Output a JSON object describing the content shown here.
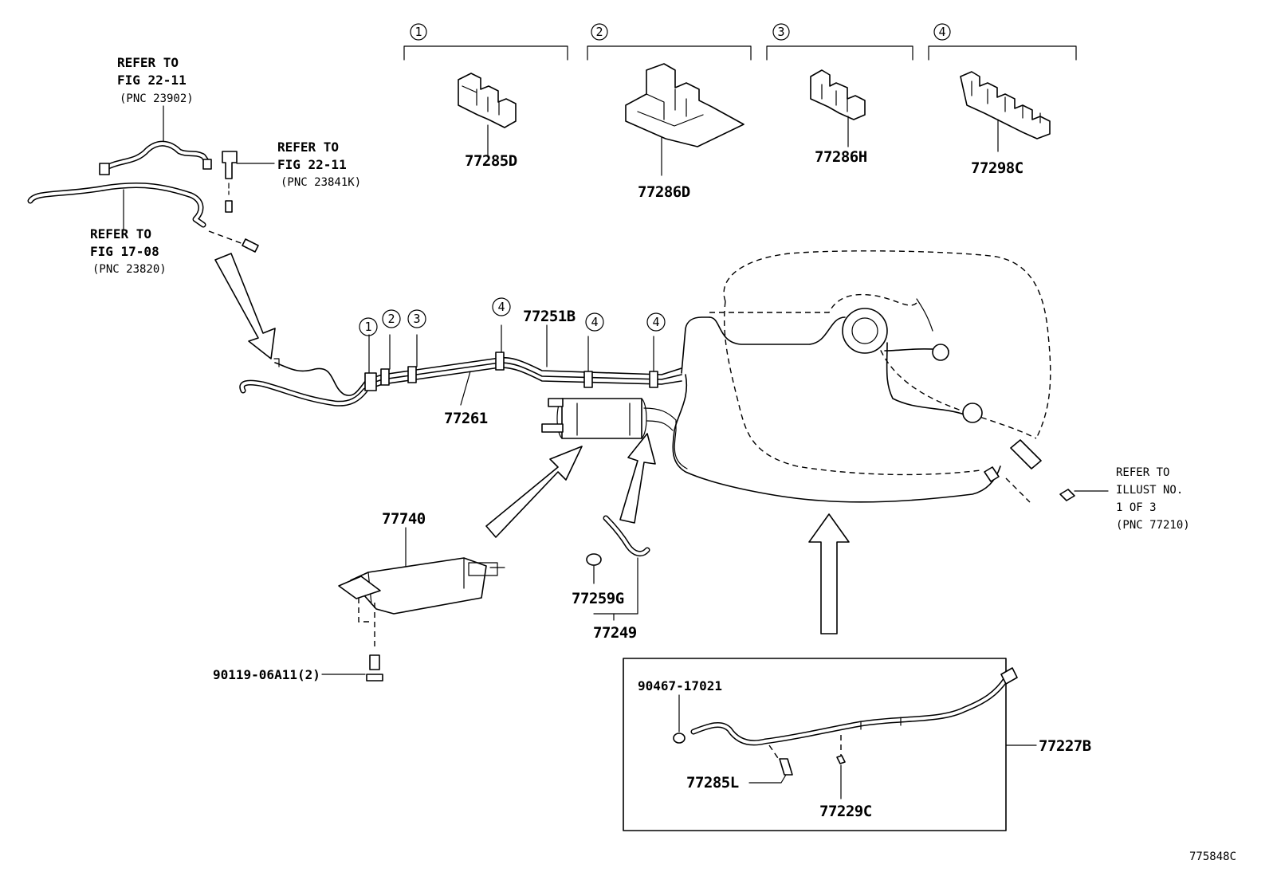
{
  "legend": [
    {
      "index": "1",
      "part": "77285D"
    },
    {
      "index": "2",
      "part": "77286D"
    },
    {
      "index": "3",
      "part": "77286H"
    },
    {
      "index": "4",
      "part": "77298C"
    }
  ],
  "refs": {
    "ref_22_11_a": {
      "line1": "REFER TO",
      "line2": "FIG 22-11",
      "line3": "(PNC 23902)"
    },
    "ref_22_11_b": {
      "line1": "REFER TO",
      "line2": "FIG 22-11",
      "line3": "(PNC 23841K)"
    },
    "ref_17_08": {
      "line1": "REFER TO",
      "line2": "FIG 17-08",
      "line3": "(PNC 23820)"
    },
    "ref_illust": {
      "line1": "REFER TO",
      "line2": "ILLUST NO.",
      "line3": "1 OF 3",
      "line4": "(PNC 77210)"
    }
  },
  "parts": {
    "p77251B": "77251B",
    "p77261": "77261",
    "p77740": "77740",
    "p77259G": "77259G",
    "p77249": "77249",
    "p90119": "90119-06A11(2)",
    "p90467": "90467-17021",
    "p77227B": "77227B",
    "p77285L": "77285L",
    "p77229C": "77229C"
  },
  "clip_markers": [
    "1",
    "2",
    "3",
    "4",
    "4",
    "4"
  ],
  "figure_id": "775848C"
}
